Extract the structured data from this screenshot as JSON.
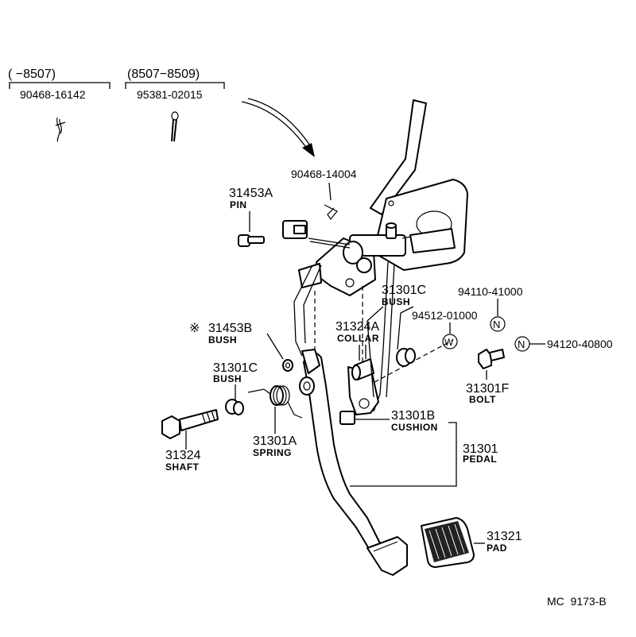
{
  "diagram_code": "MC  9173-B",
  "top_left": {
    "range_a": "(      −8507)",
    "part_a": "90468-16142",
    "range_b": "(8507−8509)",
    "part_b": "95381-02015"
  },
  "labels": {
    "pin_clip": "90468-14004",
    "pin_num": "31453A",
    "pin_name": "PIN",
    "bush_b_mark": "※",
    "bush_b_num": "31453B",
    "bush_b_name": "BUSH",
    "bush_c_left_num": "31301C",
    "bush_c_left_name": "BUSH",
    "shaft_num": "31324",
    "shaft_name": "SHAFT",
    "spring_num": "31301A",
    "spring_name": "SPRING",
    "bush_c_num": "31301C",
    "bush_c_name": "BUSH",
    "collar_num": "31324A",
    "collar_name": "COLLAR",
    "nut_num": "94110-41000",
    "nut_symbol": "N",
    "washer_num": "94512-01000",
    "washer_symbol": "W",
    "nut2_num": "94120-40800",
    "nut2_symbol": "N",
    "bolt_num": "31301F",
    "bolt_name": "BOLT",
    "cushion_num": "31301B",
    "cushion_name": "CUSHION",
    "pedal_num": "31301",
    "pedal_name": "PEDAL",
    "pad_num": "31321",
    "pad_name": "PAD"
  }
}
